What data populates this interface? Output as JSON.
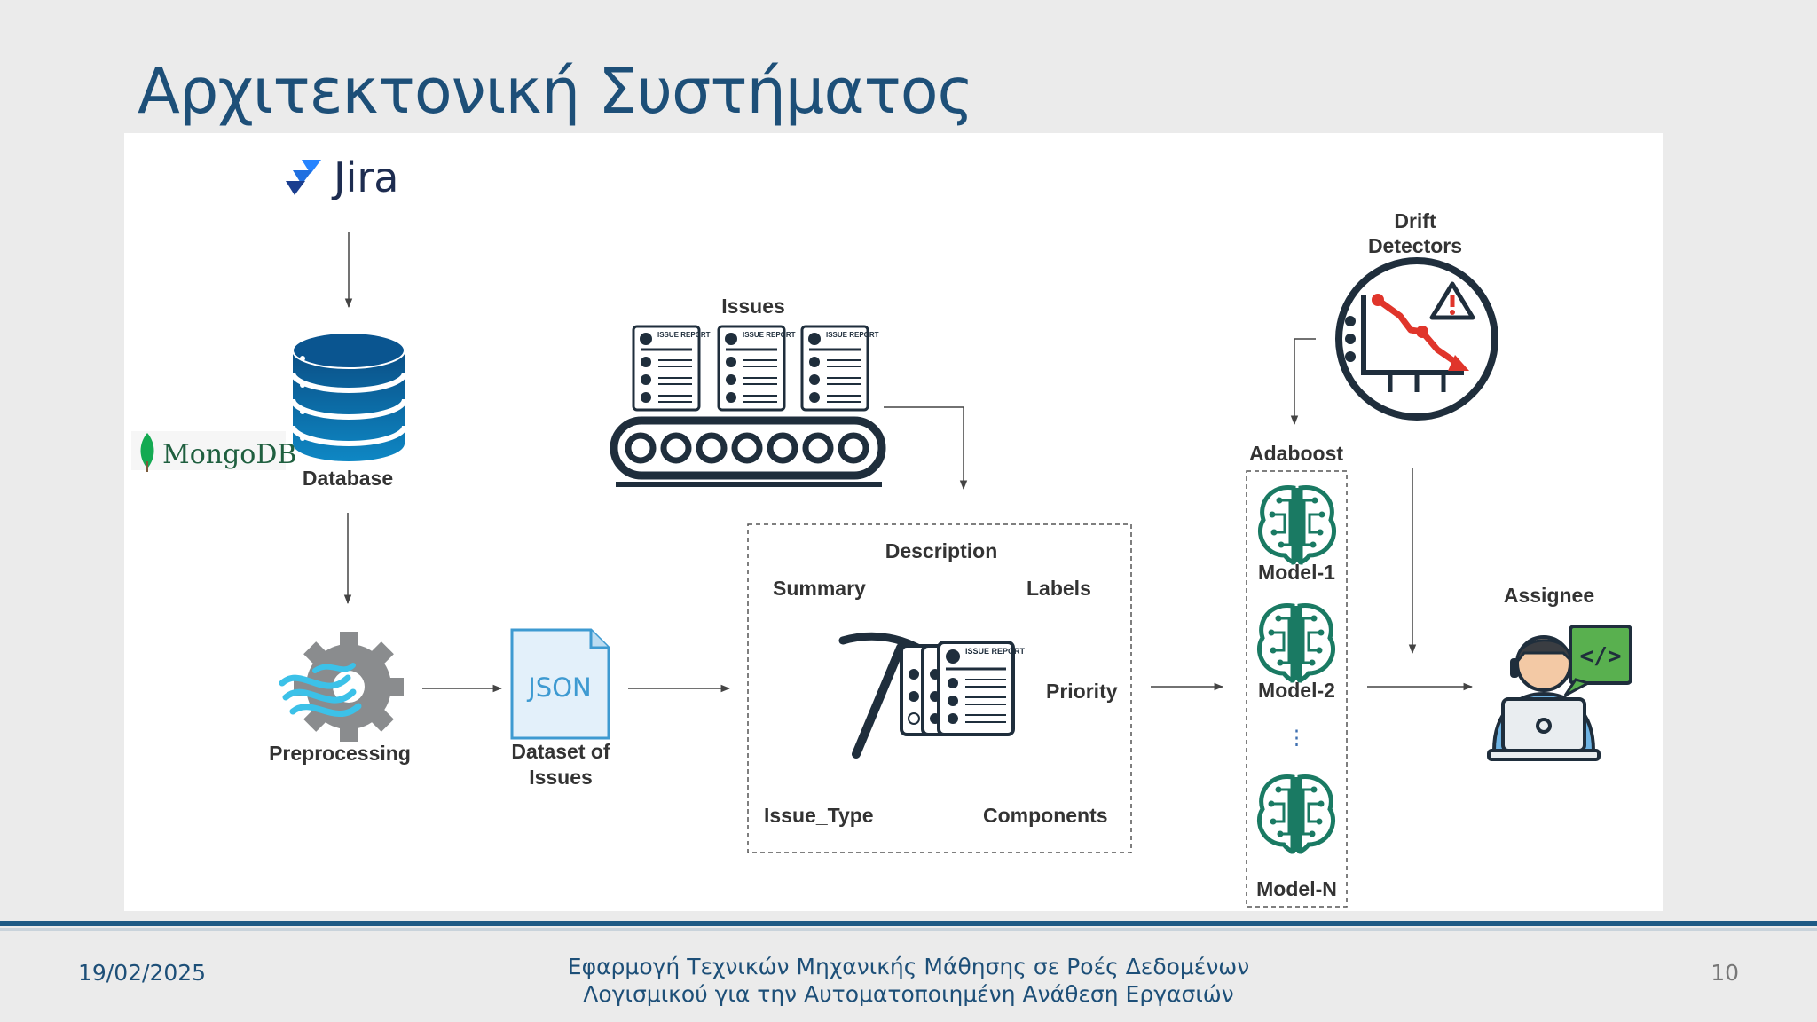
{
  "slide": {
    "title": "Αρχιτεκτονική Συστήματος",
    "date": "19/02/2025",
    "footer_line1": "Εφαρμογή Τεχνικών Μηχανικής Μάθησης σε Ροές Δεδομένων",
    "footer_line2": "Λογισμικού για την Αυτοματοποιημένη Ανάθεση Εργασιών",
    "page_number": "10"
  },
  "diagram": {
    "jira_logo": "Jira",
    "mongodb_logo": "MongoDB",
    "database": "Database",
    "preprocessing": "Preprocessing",
    "json_icon": "JSON",
    "dataset_line1": "Dataset of",
    "dataset_line2": "Issues",
    "issues": "Issues",
    "issue_report_text": "ISSUE REPORT",
    "fields": {
      "description": "Description",
      "summary": "Summary",
      "labels": "Labels",
      "priority": "Priority",
      "issue_type": "Issue_Type",
      "components": "Components"
    },
    "drift_line1": "Drift",
    "drift_line2": "Detectors",
    "adaboost": "Adaboost",
    "model_1": "Model-1",
    "model_2": "Model-2",
    "model_n": "Model-N",
    "ellipsis": "⋮",
    "assignee": "Assignee",
    "code_tag": "</>"
  },
  "colors": {
    "title": "#1d4f78",
    "jira_blue": "#2684ff",
    "jira_dark": "#1a3e8f",
    "db_blue": "#0b6aa8",
    "mongo_green": "#13aa52",
    "brain_teal": "#1a7a63",
    "alert_red": "#e0352b",
    "assignee_green": "#59b04f",
    "json_blue": "#3e9ad1"
  }
}
